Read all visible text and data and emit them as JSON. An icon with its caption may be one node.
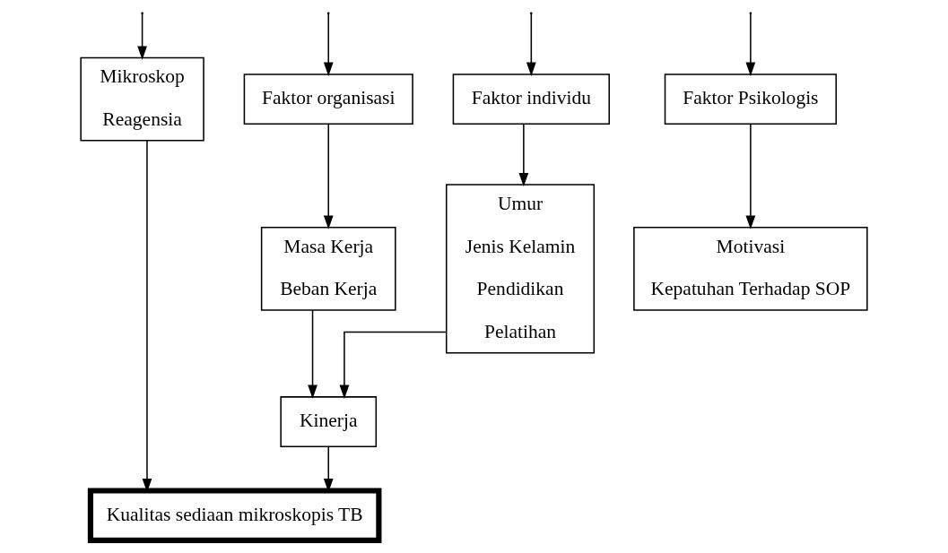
{
  "diagram": {
    "nodes": [
      {
        "text": [
          "Faktor individu"
        ]
      },
      {
        "text": [
          "Faktor Psikologis"
        ]
      },
      {
        "text": [
          "Faktor organisasi"
        ]
      },
      {
        "text": [
          "Mikroskop",
          "Reagensia"
        ]
      },
      {
        "text": [
          "Umur",
          "Jenis Kelamin",
          "Pendidikan",
          "Pelatihan"
        ]
      },
      {
        "text": [
          "Motivasi",
          "Kepatuhan Terhadap SOP"
        ]
      },
      {
        "text": [
          "Masa Kerja",
          "Beban Kerja"
        ]
      },
      {
        "text": [
          "Kinerja"
        ]
      },
      {
        "text": [
          "Kualitas sediaan mikroskopis TB"
        ]
      }
    ],
    "edges": [
      {
        "from": null,
        "to": 0,
        "arrow": "to"
      },
      {
        "from": null,
        "to": 1,
        "arrow": "to"
      },
      {
        "from": null,
        "to": 2,
        "arrow": "to"
      },
      {
        "from": null,
        "to": 3,
        "arrow": "to"
      },
      {
        "from": 0,
        "to": 4,
        "arrow": "to"
      },
      {
        "from": 1,
        "to": 5,
        "arrow": "to"
      },
      {
        "from": 2,
        "to": 6,
        "arrow": "to"
      },
      {
        "from": 4,
        "to": 7,
        "arrow": "to"
      },
      {
        "from": 6,
        "to": 7,
        "arrow": "to"
      },
      {
        "from": 7,
        "to": 8,
        "arrow": "to"
      },
      {
        "from": 3,
        "to": 8,
        "arrow": "to"
      }
    ]
  }
}
